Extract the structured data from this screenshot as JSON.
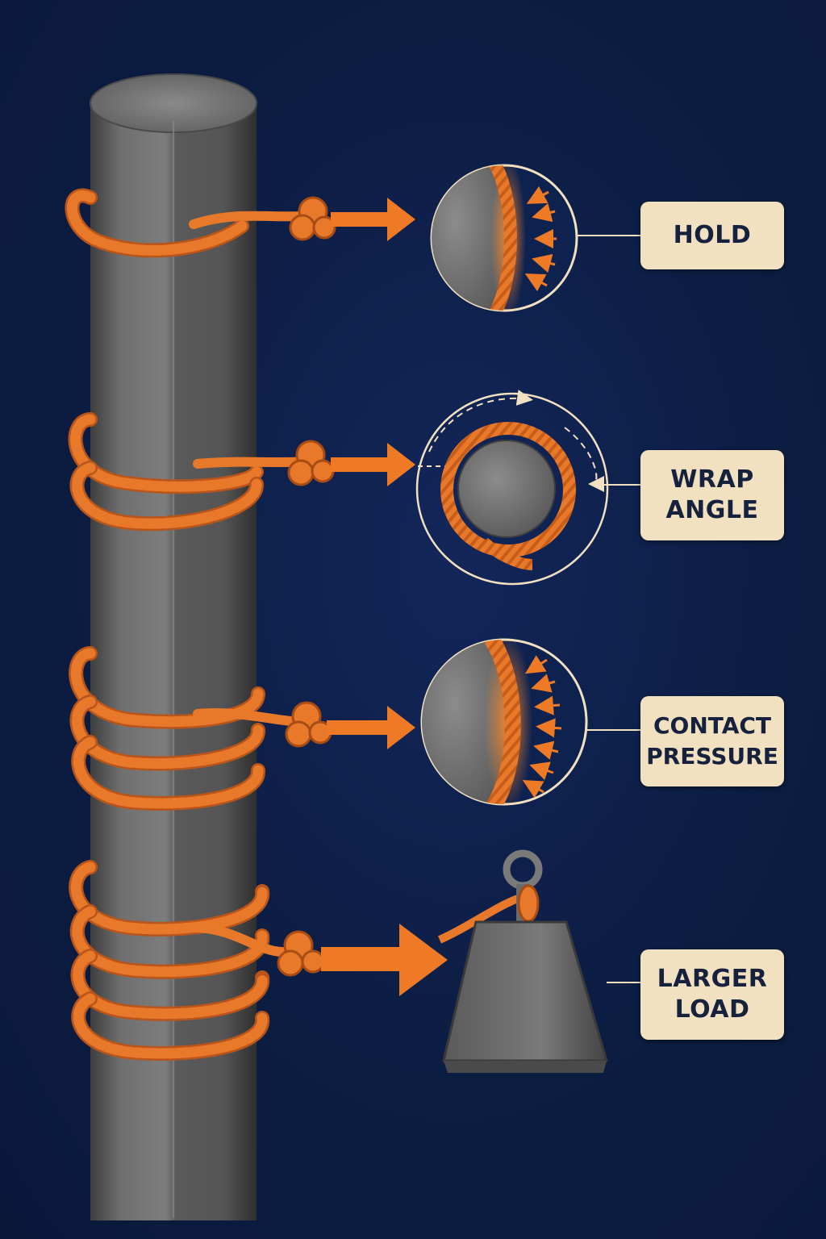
{
  "colors": {
    "background": "#0c1d42",
    "rope": "#e8792a",
    "arrow": "#ee7a26",
    "stone": "#6b6b6b",
    "label_bg": "#f2e1c0",
    "label_text": "#15213d",
    "connector": "#f2e1c0"
  },
  "labels": [
    {
      "id": "hold",
      "text": "HOLD"
    },
    {
      "id": "wrap-angle",
      "text": "WRAP\nANGLE"
    },
    {
      "id": "contact-pressure",
      "text": "CONTACT\nPRESSURE"
    },
    {
      "id": "larger-load",
      "text": "LARGER\nLOAD"
    }
  ],
  "wrap_counts": [
    1,
    2,
    3,
    4
  ],
  "icons": [
    "stone-post",
    "rope-wrap",
    "rope-knot",
    "orange-arrow",
    "magnified-cross-section",
    "wrap-direction-arrows",
    "pressure-arrows",
    "weight-block",
    "lifting-eye"
  ]
}
